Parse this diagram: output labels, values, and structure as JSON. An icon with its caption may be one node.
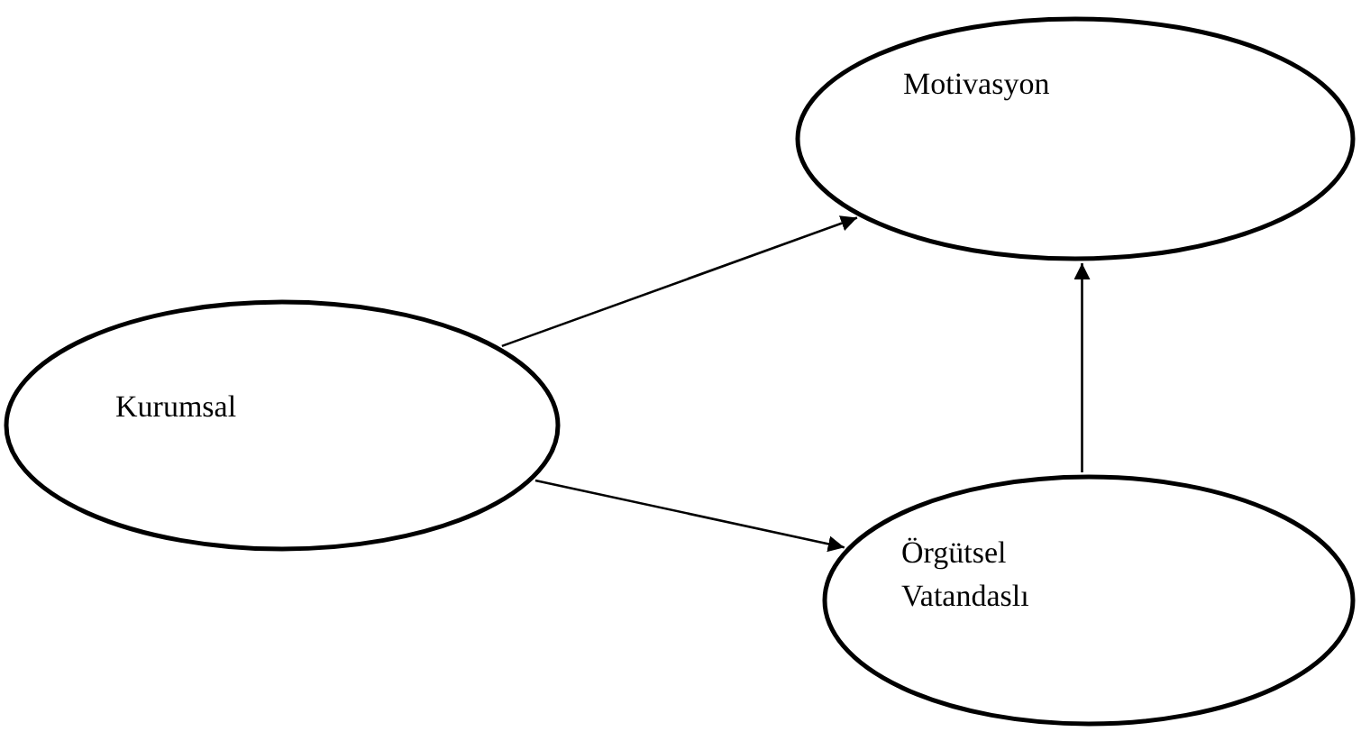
{
  "diagram": {
    "nodes": [
      {
        "text": [
          "Motivasyon"
        ]
      },
      {
        "text": [
          "Kurumsal"
        ]
      },
      {
        "text": [
          "Örgütsel Vatandaslı"
        ]
      }
    ],
    "edges": [
      {
        "from": 1,
        "to": 0,
        "arrow": "to"
      },
      {
        "from": 1,
        "to": 2,
        "arrow": "to"
      },
      {
        "from": 2,
        "to": 0,
        "arrow": "to"
      }
    ]
  }
}
